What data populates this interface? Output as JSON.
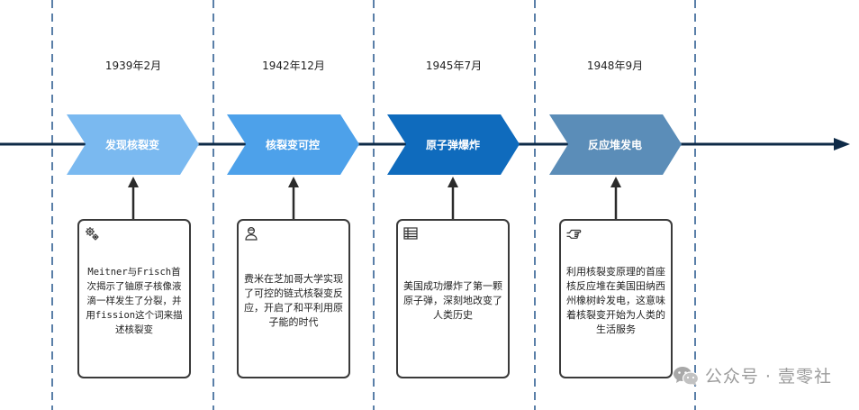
{
  "timeline": {
    "events": [
      {
        "date": "1939年2月",
        "title": "发现核裂变",
        "color": "#7ab9f0",
        "icon": "gears-icon",
        "description": "Meitner与Frisch首次揭示了铀原子核像液滴一样发生了分裂，并用fission这个词来描述核裂变"
      },
      {
        "date": "1942年12月",
        "title": "核裂变可控",
        "color": "#4da1ea",
        "icon": "person-icon",
        "description": "费米在芝加哥大学实现了可控的链式核裂变反应，开启了和平利用原子能的时代"
      },
      {
        "date": "1945年7月",
        "title": "原子弹爆炸",
        "color": "#0f6bbd",
        "icon": "table-icon",
        "description": "美国成功爆炸了第一颗原子弹，深刻地改变了人类历史"
      },
      {
        "date": "1948年9月",
        "title": "反应堆发电",
        "color": "#5b8db8",
        "icon": "hand-pointer-icon",
        "description": "利用核裂变原理的首座核反应堆在美国田纳西州橡树岭发电，这意味着核裂变开始为人类的生活服务"
      }
    ]
  },
  "watermark": {
    "text": "公众号 · 壹零社",
    "icon": "wechat-icon"
  },
  "colors": {
    "axis": "#0e2a47",
    "divider": "#5a7fa8",
    "connector": "#2b2b2b"
  }
}
